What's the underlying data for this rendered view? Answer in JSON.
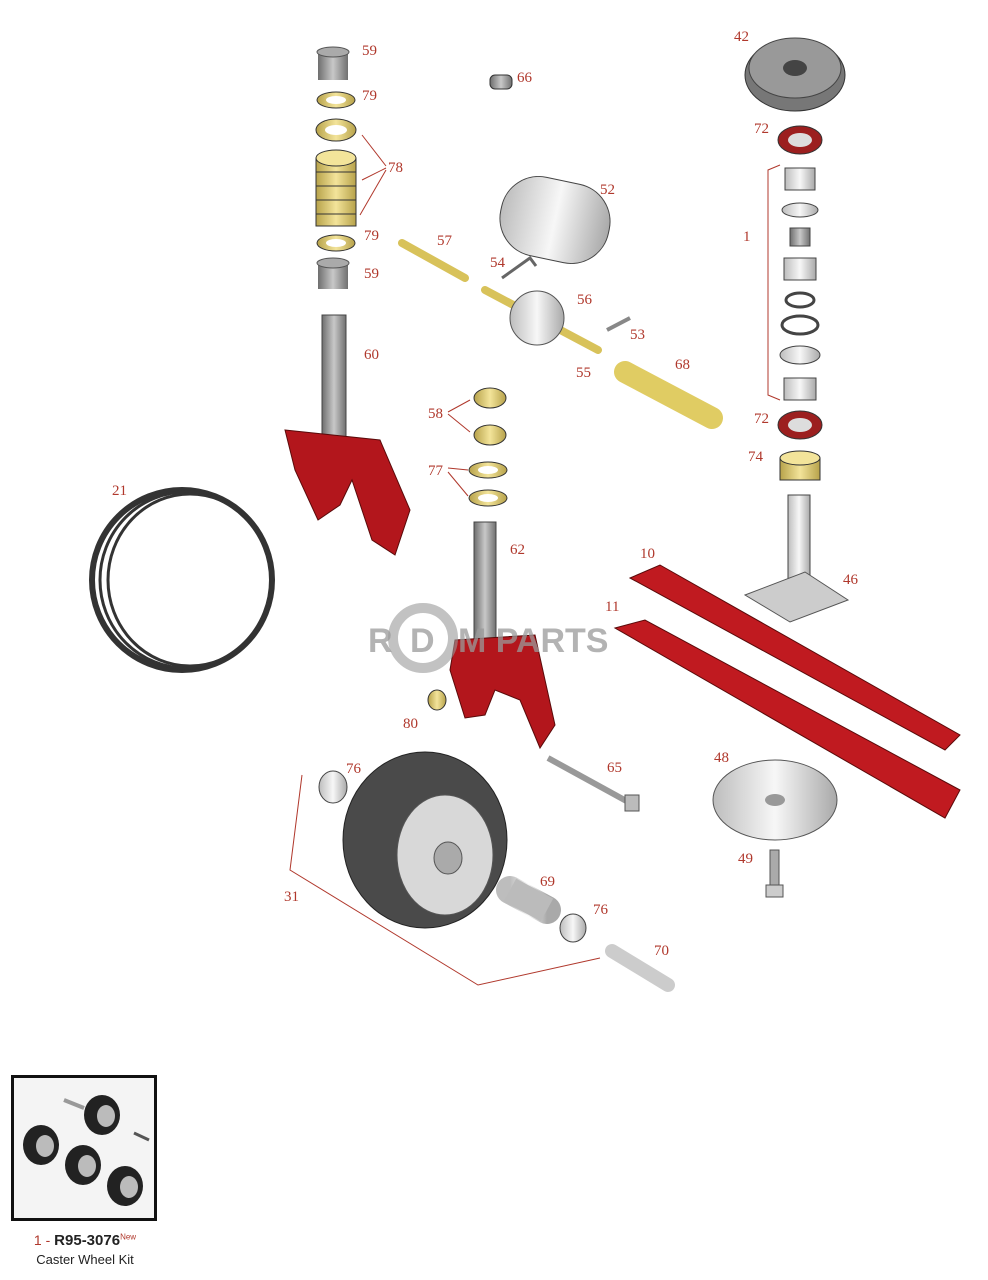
{
  "colors": {
    "callout": "#b0382c",
    "red_part": "#b3161c",
    "yellow_part": "#e9d57a",
    "steel": "#8c8c8c"
  },
  "watermark": {
    "left": "R",
    "mid": "D",
    "right": "M PARTS"
  },
  "callouts": {
    "c59a": "59",
    "c79a": "79",
    "c78": "78",
    "c79b": "79",
    "c59b": "59",
    "c66": "66",
    "c52": "52",
    "c57": "57",
    "c54": "54",
    "c56": "56",
    "c53": "53",
    "c55": "55",
    "c68": "68",
    "c60": "60",
    "c42": "42",
    "c72a": "72",
    "c1": "1",
    "c72b": "72",
    "c74": "74",
    "c58": "58",
    "c77": "77",
    "c62": "62",
    "c21": "21",
    "c10": "10",
    "c11": "11",
    "c46": "46",
    "c80": "80",
    "c76a": "76",
    "c65": "65",
    "c48": "48",
    "c49": "49",
    "c31": "31",
    "c69": "69",
    "c76b": "76",
    "c70": "70"
  },
  "kit": {
    "qty": "1",
    "separator": " - ",
    "part_number": "R95-3076",
    "badge": "New",
    "name": "Caster Wheel Kit"
  }
}
